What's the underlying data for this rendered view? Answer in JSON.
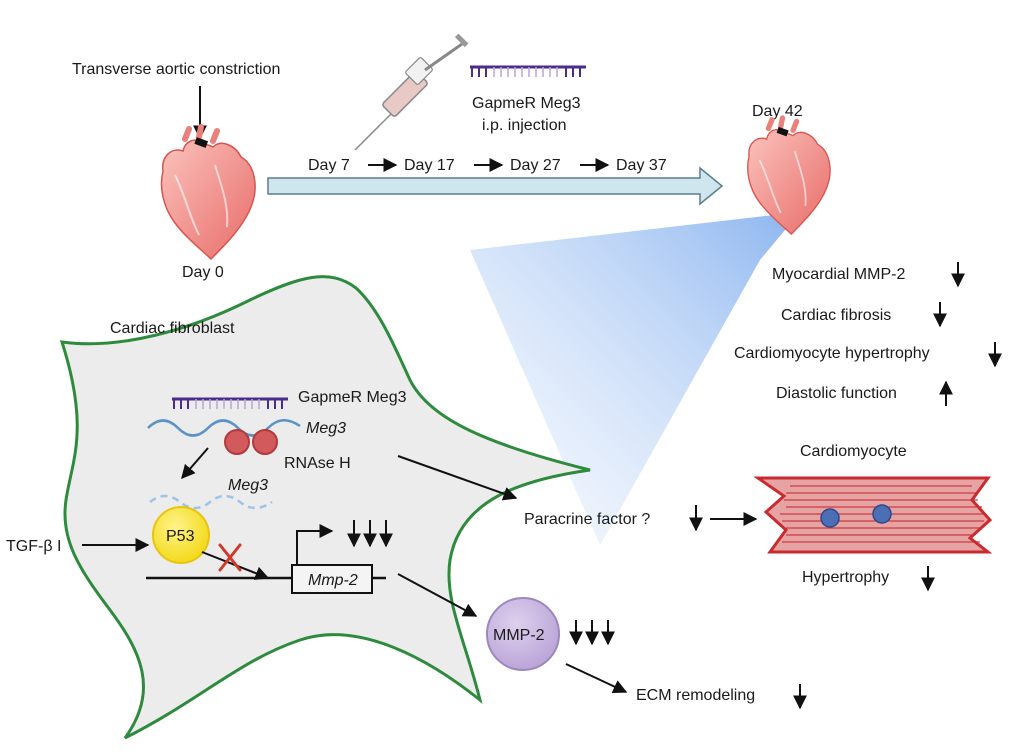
{
  "timeline": {
    "tac_label": "Transverse aortic constriction",
    "day0": "Day 0",
    "days": [
      "Day 7",
      "Day 17",
      "Day 27",
      "Day 37"
    ],
    "day42": "Day 42",
    "gapmer_line1": "GapmeR Meg3",
    "gapmer_line2": "i.p. injection"
  },
  "outcomes": [
    {
      "text": "Myocardial MMP-2",
      "direction": "down"
    },
    {
      "text": "Cardiac fibrosis",
      "direction": "down"
    },
    {
      "text": "Cardiomyocyte hypertrophy",
      "direction": "down"
    },
    {
      "text": "Diastolic function",
      "direction": "up"
    }
  ],
  "fibroblast": {
    "title": "Cardiac fibroblast",
    "gapmer": "GapmeR Meg3",
    "meg3_top": "Meg3",
    "rnase": "RNAse H",
    "meg3_bottom": "Meg3",
    "p53": "P53",
    "tgf": "TGF-β I",
    "gene": "Mmp-2"
  },
  "paracrine": "Paracrine factor ?",
  "cardiomyocyte": {
    "title": "Cardiomyocyte",
    "hypertrophy": "Hypertrophy"
  },
  "mmp2": "MMP-2",
  "ecm": "ECM remodeling",
  "colors": {
    "fibroblast_outline": "#2e8b3e",
    "fibroblast_fill": "#ededed",
    "timeline_arrow": "#cfe6ee",
    "gapmer": "#4b2c8c",
    "rna_wave": "#5b93c8",
    "rnase": "#c9474a",
    "p53": "#f7e51a",
    "mmp2": "#c8b6df",
    "cardiomyocyte": "#c92b2f",
    "nucleus": "#4a6fb5",
    "heart": "#f08a85"
  }
}
